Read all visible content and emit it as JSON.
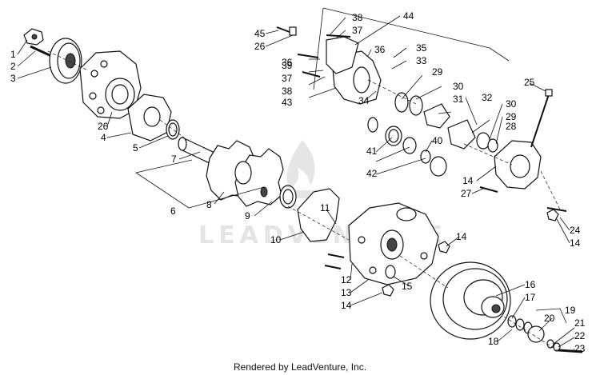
{
  "watermark": "LEADVENTURE",
  "footer": "Rendered by LeadVenture, Inc.",
  "callouts": [
    "1",
    "2",
    "3",
    "26",
    "4",
    "5",
    "7",
    "6",
    "8",
    "9",
    "10",
    "11",
    "12",
    "13",
    "14",
    "15",
    "14",
    "16",
    "17",
    "18",
    "19",
    "20",
    "21",
    "22",
    "23",
    "24",
    "14",
    "25",
    "27",
    "14",
    "28",
    "29",
    "30",
    "32",
    "31",
    "30",
    "29",
    "40",
    "41",
    "42",
    "33",
    "35",
    "34",
    "36",
    "37",
    "38",
    "39",
    "37",
    "38",
    "36",
    "43",
    "44",
    "45",
    "26"
  ]
}
